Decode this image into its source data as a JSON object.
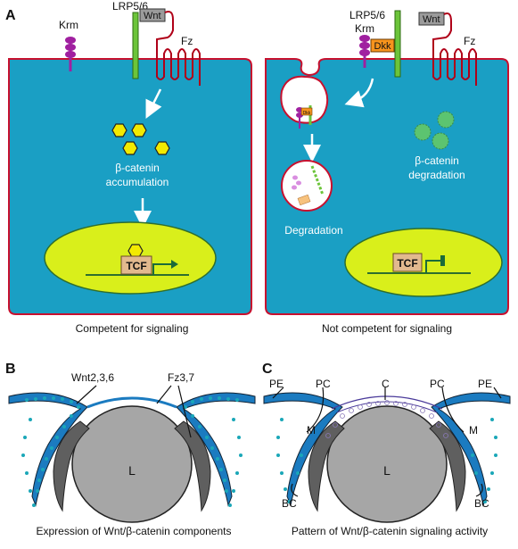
{
  "panel_a": {
    "letter": "A",
    "left_cell": {
      "krm": "Krm",
      "lrp": "LRP5/6",
      "wnt": "Wnt",
      "fz": "Fz",
      "accum_line1": "β-catenin",
      "accum_line2": "accumulation",
      "tcf": "TCF",
      "caption": "Competent for signaling"
    },
    "right_cell": {
      "lrp": "LRP5/6",
      "krm": "Krm",
      "dkk": "Dkk",
      "dkk_small": "Dkk",
      "wnt": "Wnt",
      "fz": "Fz",
      "degr_line1": "β-catenin",
      "degr_line2": "degradation",
      "degradation": "Degradation",
      "tcf": "TCF",
      "caption": "Not competent for signaling"
    }
  },
  "panel_b": {
    "letter": "B",
    "wnt_label": "Wnt2,3,6",
    "fz_label": "Fz3,7",
    "lens": "L",
    "caption": "Expression of Wnt/β-catenin components"
  },
  "panel_c": {
    "letter": "C",
    "pe_left": "PE",
    "pc_left": "PC",
    "c_label": "C",
    "pc_right": "PC",
    "pe_right": "PE",
    "m_left": "M",
    "m_right": "M",
    "bc_left": "BC",
    "bc_right": "BC",
    "lens": "L",
    "caption": "Pattern of Wnt/β-catenin signaling activity"
  },
  "colors": {
    "cell_fill": "#1a9fc4",
    "membrane": "#c8102e",
    "nucleus": "#d9ef1b",
    "tcf_box": "#e2b98e",
    "beta_catenin": "#f2ea00",
    "degraded_catenin": "#5cc470",
    "krm": "#a020a0",
    "lrp": "#6cc43a",
    "dkk": "#f7941d",
    "wnt": "#9b9b9b"
  }
}
